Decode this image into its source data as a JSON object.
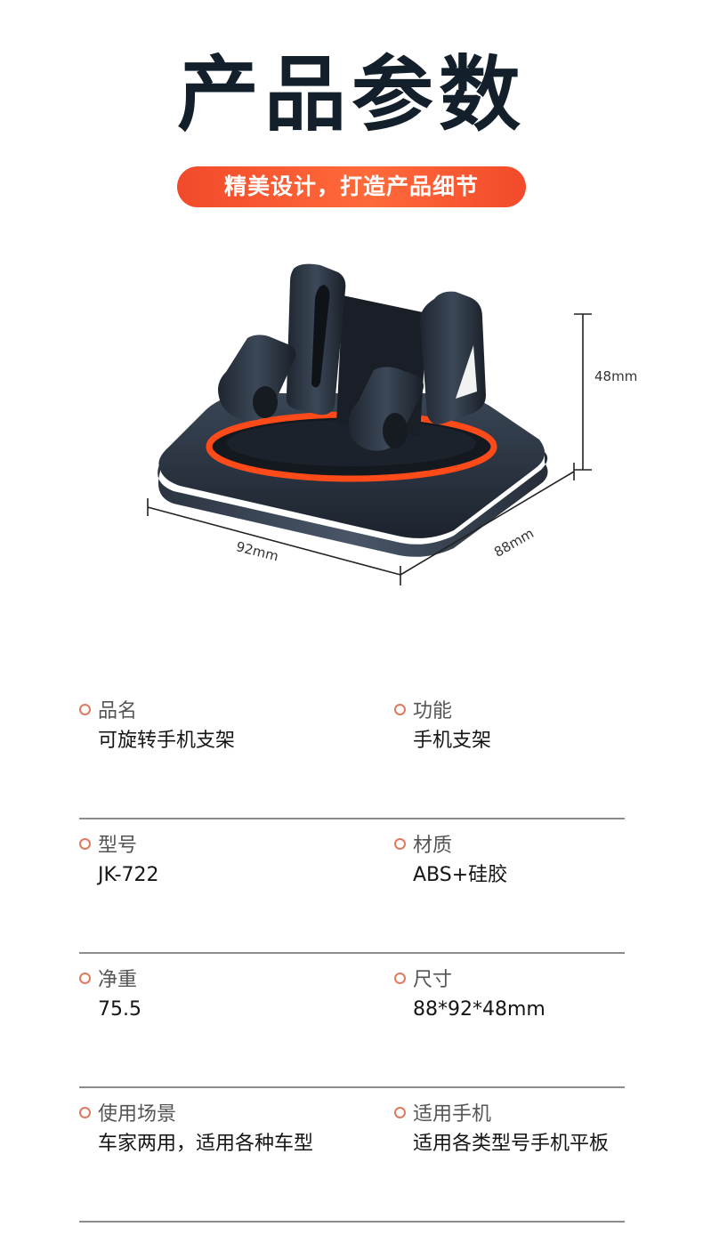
{
  "header": {
    "title": "产品参数",
    "subtitle": "精美设计，打造产品细节"
  },
  "dimensions": {
    "width_label": "92mm",
    "depth_label": "88mm",
    "height_label": "48mm"
  },
  "specs": [
    {
      "left": {
        "label": "品名",
        "value": "可旋转手机支架"
      },
      "right": {
        "label": "功能",
        "value": "手机支架"
      }
    },
    {
      "left": {
        "label": "型号",
        "value": "JK-722"
      },
      "right": {
        "label": "材质",
        "value": "ABS+硅胶"
      }
    },
    {
      "left": {
        "label": "净重",
        "value": "75.5"
      },
      "right": {
        "label": "尺寸",
        "value": "88*92*48mm"
      }
    },
    {
      "left": {
        "label": "使用场景",
        "value": "车家两用，适用各种车型"
      },
      "right": {
        "label": "适用手机",
        "value": "适用各类型号手机平板"
      }
    }
  ],
  "colors": {
    "accent": "#f24a2b",
    "title": "#13202b",
    "bullet": "#e07a5f",
    "divider": "#8c8c8c"
  }
}
